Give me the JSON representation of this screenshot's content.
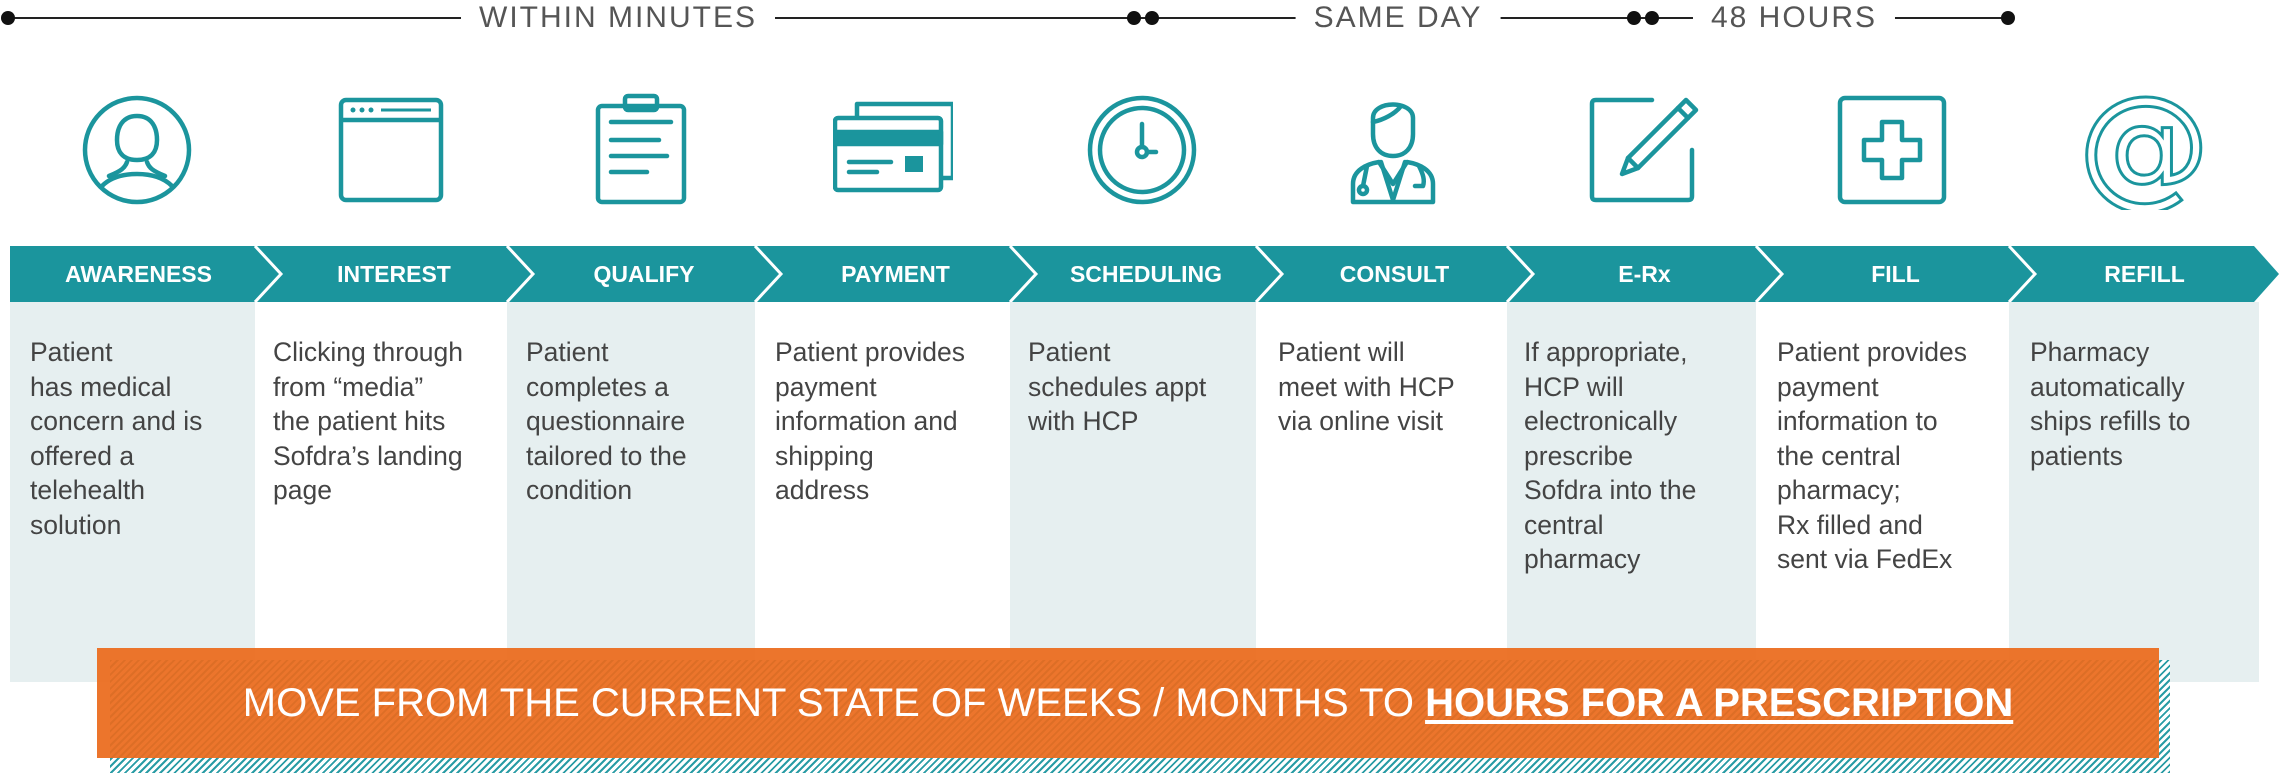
{
  "colors": {
    "accent": "#1b959d",
    "column_shade": "#e6eff0",
    "banner": "#eb6b1c",
    "timeline": "#222222"
  },
  "timeline": {
    "labels": [
      "WITHIN MINUTES",
      "SAME DAY",
      "48 HOURS"
    ]
  },
  "stages": [
    {
      "label": "AWARENESS",
      "icon": "person-icon",
      "description": "Patient\nhas medical\nconcern and is\noffered a\ntelehealth\nsolution"
    },
    {
      "label": "INTEREST",
      "icon": "browser-window-icon",
      "description": "Clicking through\nfrom “media”\nthe patient hits\nSofdra’s landing\npage"
    },
    {
      "label": "QUALIFY",
      "icon": "clipboard-icon",
      "description": "Patient\ncompletes a\nquestionnaire\ntailored to the\ncondition"
    },
    {
      "label": "PAYMENT",
      "icon": "credit-card-icon",
      "description": "Patient provides\npayment\ninformation and\nshipping\naddress"
    },
    {
      "label": "SCHEDULING",
      "icon": "clock-icon",
      "description": "Patient\nschedules appt\nwith HCP"
    },
    {
      "label": "CONSULT",
      "icon": "doctor-icon",
      "description": "Patient will\nmeet with HCP\nvia online visit"
    },
    {
      "label": "E-Rx",
      "icon": "pencil-edit-icon",
      "description": "If appropriate,\nHCP will\nelectronically\nprescribe\nSofdra into the\ncentral\npharmacy"
    },
    {
      "label": "FILL",
      "icon": "plus-box-icon",
      "description": "Patient provides\npayment\ninformation to\nthe central\npharmacy;\nRx filled and\nsent via FedEx"
    },
    {
      "label": "REFILL",
      "icon": "at-sign-icon",
      "description": "Pharmacy\nautomatically\nships refills to\npatients"
    }
  ],
  "banner": {
    "text": "MOVE FROM THE CURRENT STATE OF WEEKS / MONTHS TO ",
    "emphasis": "HOURS FOR A PRESCRIPTION"
  }
}
